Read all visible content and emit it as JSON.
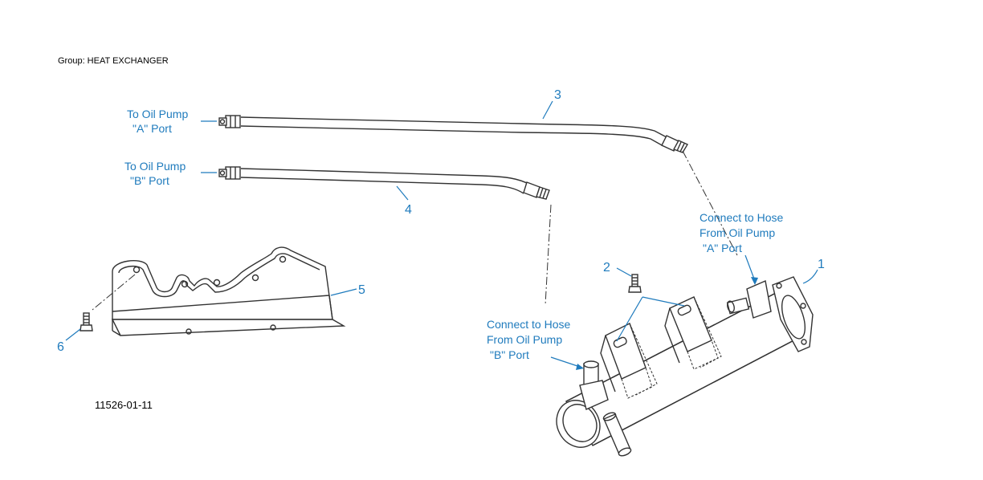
{
  "group_label": "Group: HEAT EXCHANGER",
  "figure_number": "11526-01-11",
  "callouts": {
    "c1": "1",
    "c2": "2",
    "c3": "3",
    "c4": "4",
    "c5": "5",
    "c6": "6"
  },
  "notes": {
    "to_pump_a": [
      "To Oil Pump",
      "\"A\" Port"
    ],
    "to_pump_b": [
      "To Oil Pump",
      "\"B\" Port"
    ],
    "hose_a": [
      "Connect to Hose",
      "From Oil Pump",
      "\"A\" Port"
    ],
    "hose_b": [
      "Connect to Hose",
      "From Oil Pump",
      "\"B\" Port"
    ]
  },
  "colors": {
    "callout": "#1f7bbd",
    "line_art": "#333333"
  }
}
